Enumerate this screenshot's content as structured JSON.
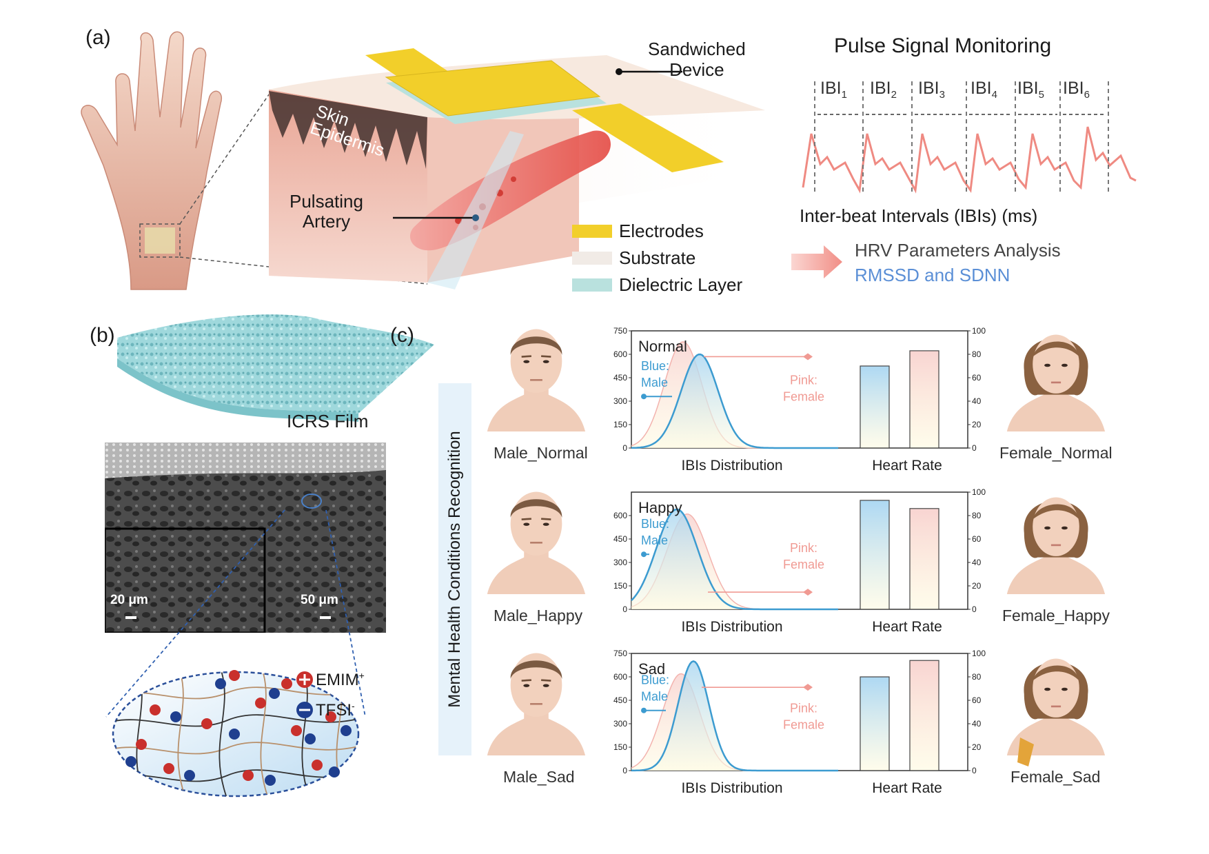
{
  "panel_letters": {
    "a": "(a)",
    "b": "(b)",
    "c": "(c)"
  },
  "panel_a": {
    "sandwiched_device": "Sandwiched\nDevice",
    "skin": "Skin",
    "epidermis": "Epidermis",
    "pulsating_artery": "Pulsating\nArtery",
    "legend": [
      {
        "label": "Electrodes",
        "color": "#f2cf2a"
      },
      {
        "label": "Substrate",
        "color": "#f1ebe6"
      },
      {
        "label": "Dielectric Layer",
        "color": "#b9e1de"
      }
    ],
    "pulse_title": "Pulse Signal Monitoring",
    "ibi_labels": [
      {
        "base": "IBI",
        "sub": "1"
      },
      {
        "base": "IBI",
        "sub": "2"
      },
      {
        "base": "IBI",
        "sub": "3"
      },
      {
        "base": "IBI",
        "sub": "4"
      },
      {
        "base": "IBI",
        "sub": "5"
      },
      {
        "base": "IBI",
        "sub": "6"
      }
    ],
    "ibi_axis": "Inter-beat Intervals (IBIs) (ms)",
    "hrv_title": "HRV Parameters Analysis",
    "hrv_params": "RMSSD and SDNN"
  },
  "panel_b": {
    "film_label": "ICRS Film",
    "scale_inset": "20 μm",
    "scale_main": "50 μm",
    "ion_plus": {
      "base": "EMIM",
      "sup": "+"
    },
    "ion_minus": {
      "base": "TFSI",
      "sup": "-"
    }
  },
  "panel_c": {
    "side_title": "Mental Health Conditions Recognition",
    "colors": {
      "male": "#3c9bd0",
      "female": "#f3b3ae"
    },
    "blue_note": "Blue:\nMale",
    "pink_note": "Pink:\nFemale",
    "x_label_dist": "IBIs Distribution",
    "x_label_hr": "Heart Rate",
    "rows": [
      {
        "male_caption": "Male_Normal",
        "female_caption": "Female_Normal"
      },
      {
        "male_caption": "Male_Happy",
        "female_caption": "Female_Happy"
      },
      {
        "male_caption": "Male_Sad",
        "female_caption": "Female_Sad"
      }
    ]
  },
  "chart_data": [
    {
      "type": "area",
      "title": "Normal",
      "left_axis": {
        "ylim": [
          0,
          750
        ],
        "ticks": [
          0,
          150,
          300,
          450,
          600,
          750
        ]
      },
      "right_axis": {
        "ylim": [
          0,
          100
        ],
        "ticks": [
          0,
          20,
          40,
          60,
          80,
          100
        ]
      },
      "series": [
        {
          "name": "Male",
          "peak_x": 0.33,
          "peak_y": 600,
          "width": 0.09
        },
        {
          "name": "Female",
          "peak_x": 0.25,
          "peak_y": 680,
          "width": 0.09
        }
      ],
      "heart_rate": {
        "male": 70,
        "female": 83
      }
    },
    {
      "type": "area",
      "title": "Happy",
      "left_axis": {
        "ylim": [
          0,
          750
        ],
        "ticks": [
          0,
          150,
          300,
          450,
          600
        ]
      },
      "right_axis": {
        "ylim": [
          0,
          100
        ],
        "ticks": [
          0,
          20,
          40,
          60,
          80,
          100
        ]
      },
      "series": [
        {
          "name": "Male",
          "peak_x": 0.22,
          "peak_y": 640,
          "width": 0.1
        },
        {
          "name": "Female",
          "peak_x": 0.27,
          "peak_y": 610,
          "width": 0.1
        }
      ],
      "heart_rate": {
        "male": 93,
        "female": 86
      }
    },
    {
      "type": "area",
      "title": "Sad",
      "left_axis": {
        "ylim": [
          0,
          750
        ],
        "ticks": [
          0,
          150,
          300,
          450,
          600,
          750
        ]
      },
      "right_axis": {
        "ylim": [
          0,
          100
        ],
        "ticks": [
          0,
          20,
          40,
          60,
          80,
          100
        ]
      },
      "series": [
        {
          "name": "Male",
          "peak_x": 0.3,
          "peak_y": 700,
          "width": 0.075
        },
        {
          "name": "Female",
          "peak_x": 0.24,
          "peak_y": 620,
          "width": 0.09
        }
      ],
      "heart_rate": {
        "male": 80,
        "female": 94
      }
    }
  ]
}
